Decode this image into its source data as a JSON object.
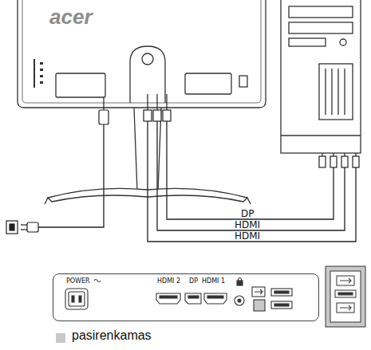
{
  "diagram": {
    "nodes": [
      {
        "text": [
          "acer"
        ]
      },
      {
        "text": [
          "POWER",
          "HDMI 2",
          "DP",
          "HDMI 1"
        ]
      }
    ],
    "labels": [
      "DP",
      "HDMI",
      "HDMI"
    ],
    "legend": [
      {
        "text": "pasirenkamas",
        "color": "#c8c8c8"
      }
    ]
  }
}
